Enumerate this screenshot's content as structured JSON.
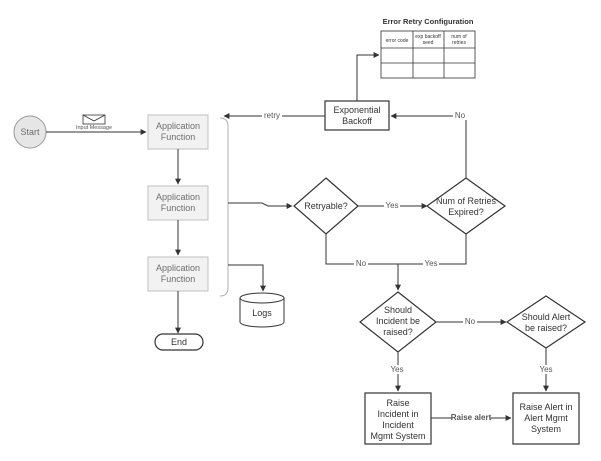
{
  "config_table": {
    "title": "Error Retry Configuration",
    "headers": [
      [
        "error code"
      ],
      [
        "exp backoff",
        "seed"
      ],
      [
        "num of",
        "retries"
      ]
    ]
  },
  "nodes": {
    "start": "Start",
    "app_function_1": [
      "Application",
      "Function"
    ],
    "app_function_2": [
      "Application",
      "Function"
    ],
    "app_function_3": [
      "Application",
      "Function"
    ],
    "end": "End",
    "logs": "Logs",
    "exponential_backoff": [
      "Exponential",
      "Backoff"
    ],
    "retryable": "Retryable?",
    "num_retries_expired": [
      "Num of Retries",
      "Expired?"
    ],
    "should_incident": [
      "Should",
      "Incident be",
      "raised?"
    ],
    "should_alert": [
      "Should Alert",
      "be raised?"
    ],
    "raise_incident": [
      "Raise",
      "Incident in",
      "Incident",
      "Mgmt System"
    ],
    "raise_alert": [
      "Raise Alert in",
      "Alert Mgmt",
      "System"
    ]
  },
  "edge_labels": {
    "input_message": "Input Message",
    "retry": "retry",
    "retryable_yes": "Yes",
    "retries_no": "No",
    "retryable_no": "No",
    "retries_yes": "Yes",
    "incident_no": "No",
    "incident_yes": "Yes",
    "alert_yes": "Yes",
    "raise_alert": "Raise alert"
  },
  "colors": {
    "line": "#333333",
    "app_box_fill": "#f2f2f2",
    "app_box_stroke": "#c0c0c0",
    "start_fill": "#e6e6e6",
    "grey_text": "#6e6e6e"
  }
}
